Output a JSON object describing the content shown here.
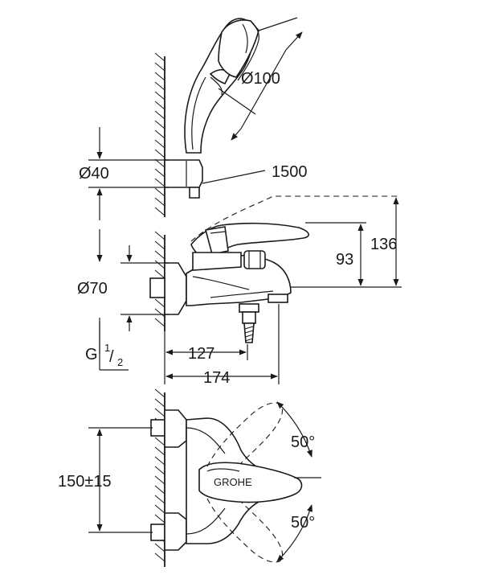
{
  "dimensions": {
    "spray_diameter": "Ø100",
    "holder_diameter": "Ø40",
    "hose_length": "1500",
    "height_136": "136",
    "height_93": "93",
    "escutcheon_diameter": "Ø70",
    "thread_prefix": "G",
    "thread_num": "1",
    "thread_den": "2",
    "projection_127": "127",
    "projection_174": "174",
    "centres": "150±15",
    "angle_upper": "50°",
    "angle_lower": "50°"
  },
  "colors": {
    "line": "#1a1a1a",
    "background": "#ffffff"
  }
}
